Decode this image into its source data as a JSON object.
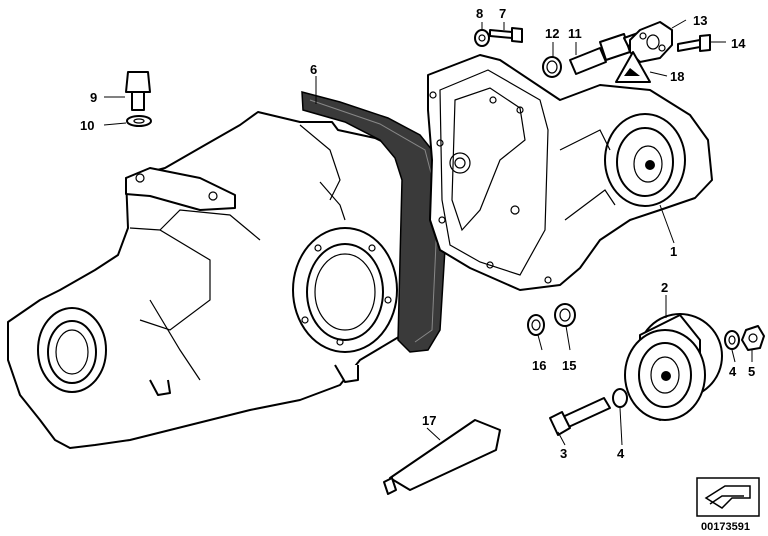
{
  "callouts": [
    {
      "id": "1",
      "text": "1"
    },
    {
      "id": "2",
      "text": "2"
    },
    {
      "id": "3",
      "text": "3"
    },
    {
      "id": "4a",
      "text": "4"
    },
    {
      "id": "4b",
      "text": "4"
    },
    {
      "id": "5",
      "text": "5"
    },
    {
      "id": "6",
      "text": "6"
    },
    {
      "id": "7",
      "text": "7"
    },
    {
      "id": "8",
      "text": "8"
    },
    {
      "id": "9",
      "text": "9"
    },
    {
      "id": "10",
      "text": "10"
    },
    {
      "id": "11",
      "text": "11"
    },
    {
      "id": "12",
      "text": "12"
    },
    {
      "id": "13",
      "text": "13"
    },
    {
      "id": "14",
      "text": "14"
    },
    {
      "id": "15",
      "text": "15"
    },
    {
      "id": "16",
      "text": "16"
    },
    {
      "id": "17",
      "text": "17"
    },
    {
      "id": "18",
      "text": "18"
    }
  ],
  "catalog_number": "00173591",
  "colors": {
    "line": "#000000",
    "background": "#ffffff",
    "gasket": "#3a3a3a"
  }
}
